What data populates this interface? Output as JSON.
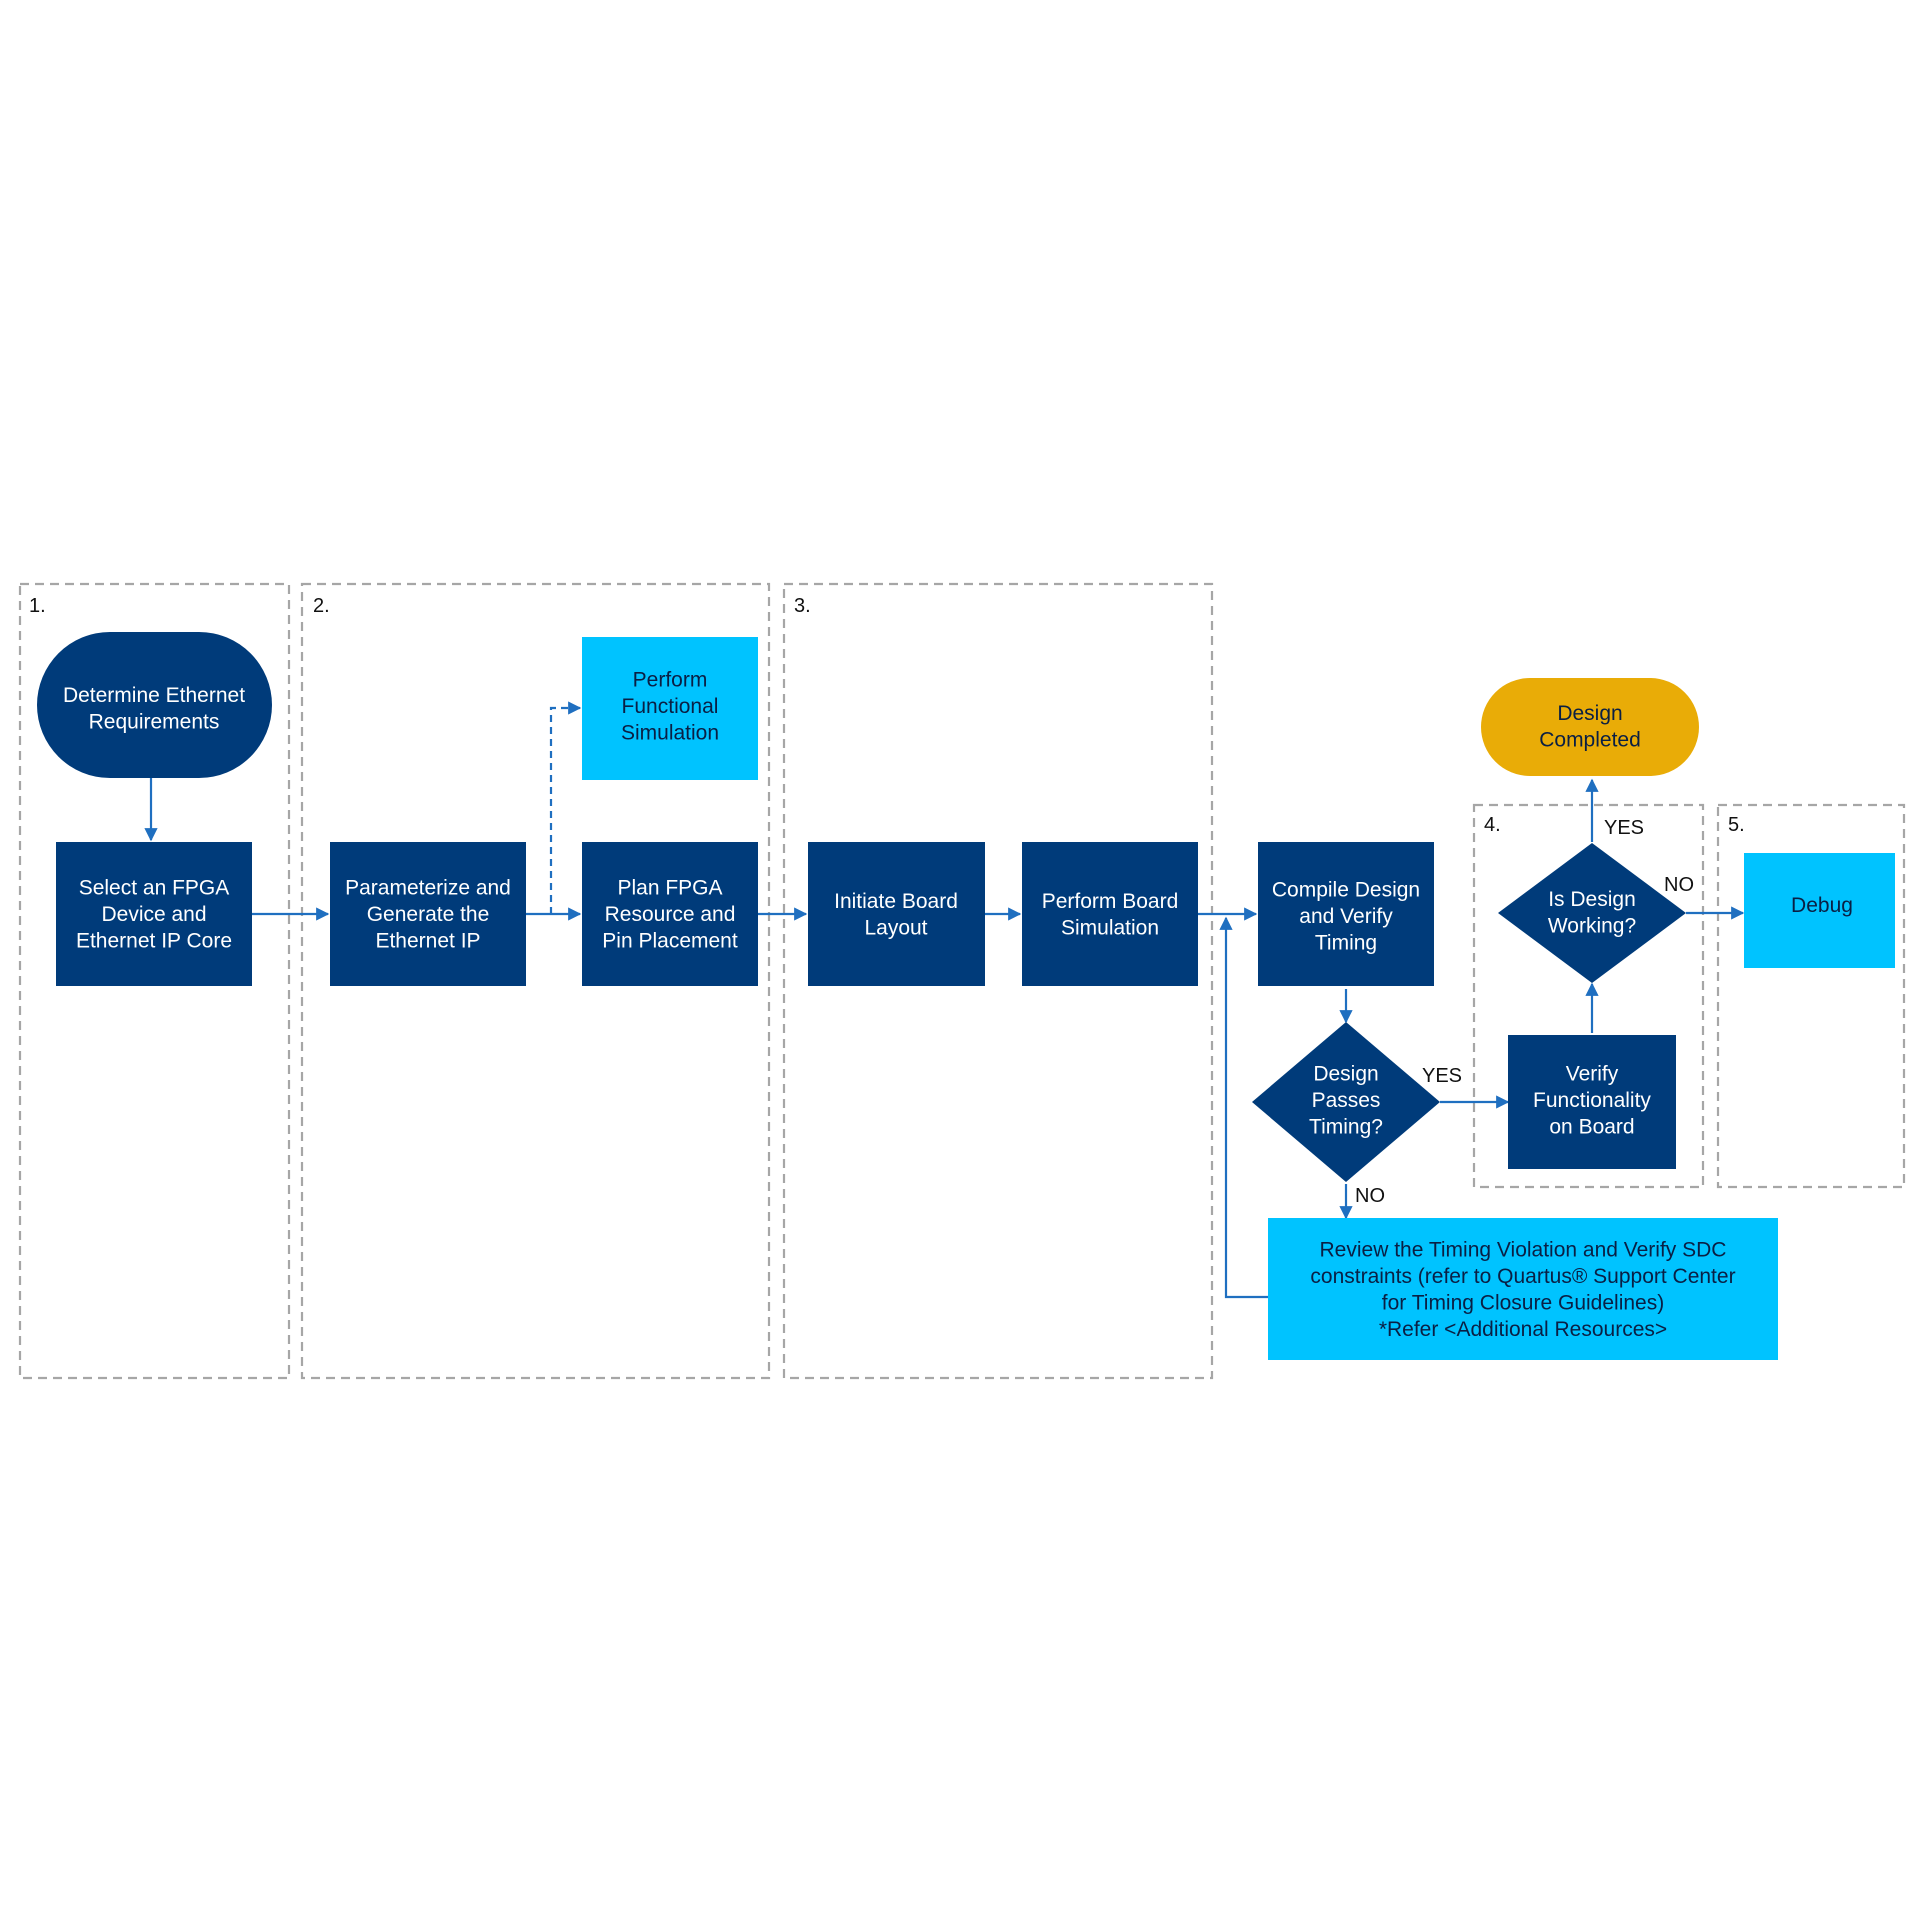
{
  "colors": {
    "process": "#003b7a",
    "aux": "#00c3ff",
    "terminal_end": "#e9ac07",
    "text_light": "#ffffff",
    "text_dark": "#0a1f44",
    "arrow": "#1f6fc0",
    "frame": "#a6a6a6"
  },
  "stages": [
    {
      "label": "1."
    },
    {
      "label": "2."
    },
    {
      "label": "3."
    },
    {
      "label": "4."
    },
    {
      "label": "5."
    }
  ],
  "nodes": {
    "determine": {
      "lines": [
        "Determine Ethernet",
        "Requirements"
      ]
    },
    "select": {
      "lines": [
        "Select an FPGA",
        "Device and",
        "Ethernet IP Core"
      ]
    },
    "parameterize": {
      "lines": [
        "Parameterize and",
        "Generate the",
        "Ethernet IP"
      ]
    },
    "functional_sim": {
      "lines": [
        "Perform",
        "Functional",
        "Simulation"
      ]
    },
    "plan": {
      "lines": [
        "Plan FPGA",
        "Resource and",
        "Pin Placement"
      ]
    },
    "initiate": {
      "lines": [
        "Initiate Board",
        "Layout"
      ]
    },
    "board_sim": {
      "lines": [
        "Perform Board",
        "Simulation"
      ]
    },
    "compile": {
      "lines": [
        "Compile Design",
        "and Verify",
        "Timing"
      ]
    },
    "passes": {
      "lines": [
        "Design",
        "Passes",
        "Timing?"
      ]
    },
    "review": {
      "lines": [
        "Review the Timing Violation and Verify SDC",
        "constraints (refer to Quartus® Support Center",
        "for Timing Closure Guidelines)",
        "*Refer <Additional Resources>"
      ]
    },
    "verify": {
      "lines": [
        "Verify",
        "Functionality",
        "on Board"
      ]
    },
    "working": {
      "lines": [
        "Is Design",
        "Working?"
      ]
    },
    "completed": {
      "lines": [
        "Design",
        "Completed"
      ]
    },
    "debug": {
      "lines": [
        "Debug"
      ]
    }
  },
  "edge_labels": {
    "passes_yes": "YES",
    "passes_no": "NO",
    "working_yes": "YES",
    "working_no": "NO"
  }
}
